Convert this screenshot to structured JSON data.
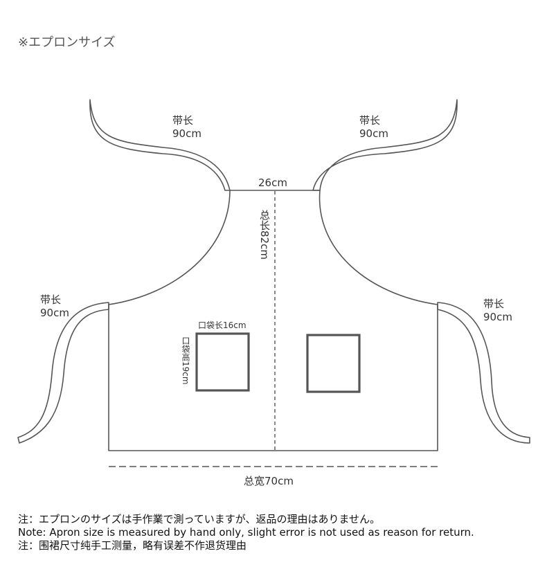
{
  "title": "※エプロンサイズ",
  "strap_labels": [
    {
      "name": "带长",
      "value": "90cm"
    },
    {
      "name": "带长",
      "value": "90cm"
    },
    {
      "name": "带长",
      "value": "90cm"
    },
    {
      "name": "带长",
      "value": "90cm"
    }
  ],
  "top_width": "26cm",
  "total_length": "总长82cm",
  "pocket_width": "口袋长16cm",
  "pocket_height": "口袋高19cm",
  "total_width": "总宽70cm",
  "notes": [
    "注：エプロンのサイズは手作業で測っていますが、返品の理由はありません。",
    "Note: Apron size is measured by hand only, slight error is not used as reason for return.",
    "注：围裙尺寸纯手工测量，略有误差不作退货理由"
  ],
  "colors": {
    "outline": "#555555",
    "pocket": "#555555",
    "text": "#333333"
  }
}
